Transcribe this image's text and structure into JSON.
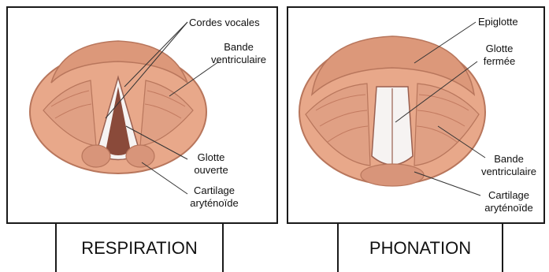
{
  "panels": [
    {
      "caption": "RESPIRATION",
      "labels": {
        "vocal_cords": "Cordes vocales",
        "ventricular_band_1": "Bande",
        "ventricular_band_2": "ventriculaire",
        "glottis_1": "Glotte",
        "glottis_2": "ouverte",
        "cartilage_1": "Cartilage",
        "cartilage_2": "aryténoïde"
      }
    },
    {
      "caption": "PHONATION",
      "labels": {
        "epiglottis": "Epiglotte",
        "glottis_1": "Glotte",
        "glottis_2": "fermée",
        "ventricular_band_1": "Bande",
        "ventricular_band_2": "ventriculaire",
        "cartilage_1": "Cartilage",
        "cartilage_2": "aryténoïde"
      }
    }
  ],
  "colors": {
    "tissue": "#e8a88a",
    "tissue_dark": "#c77d62",
    "cords": "#f6f3f2",
    "opening": "#8a4a3a",
    "border": "#1a1a1a"
  }
}
